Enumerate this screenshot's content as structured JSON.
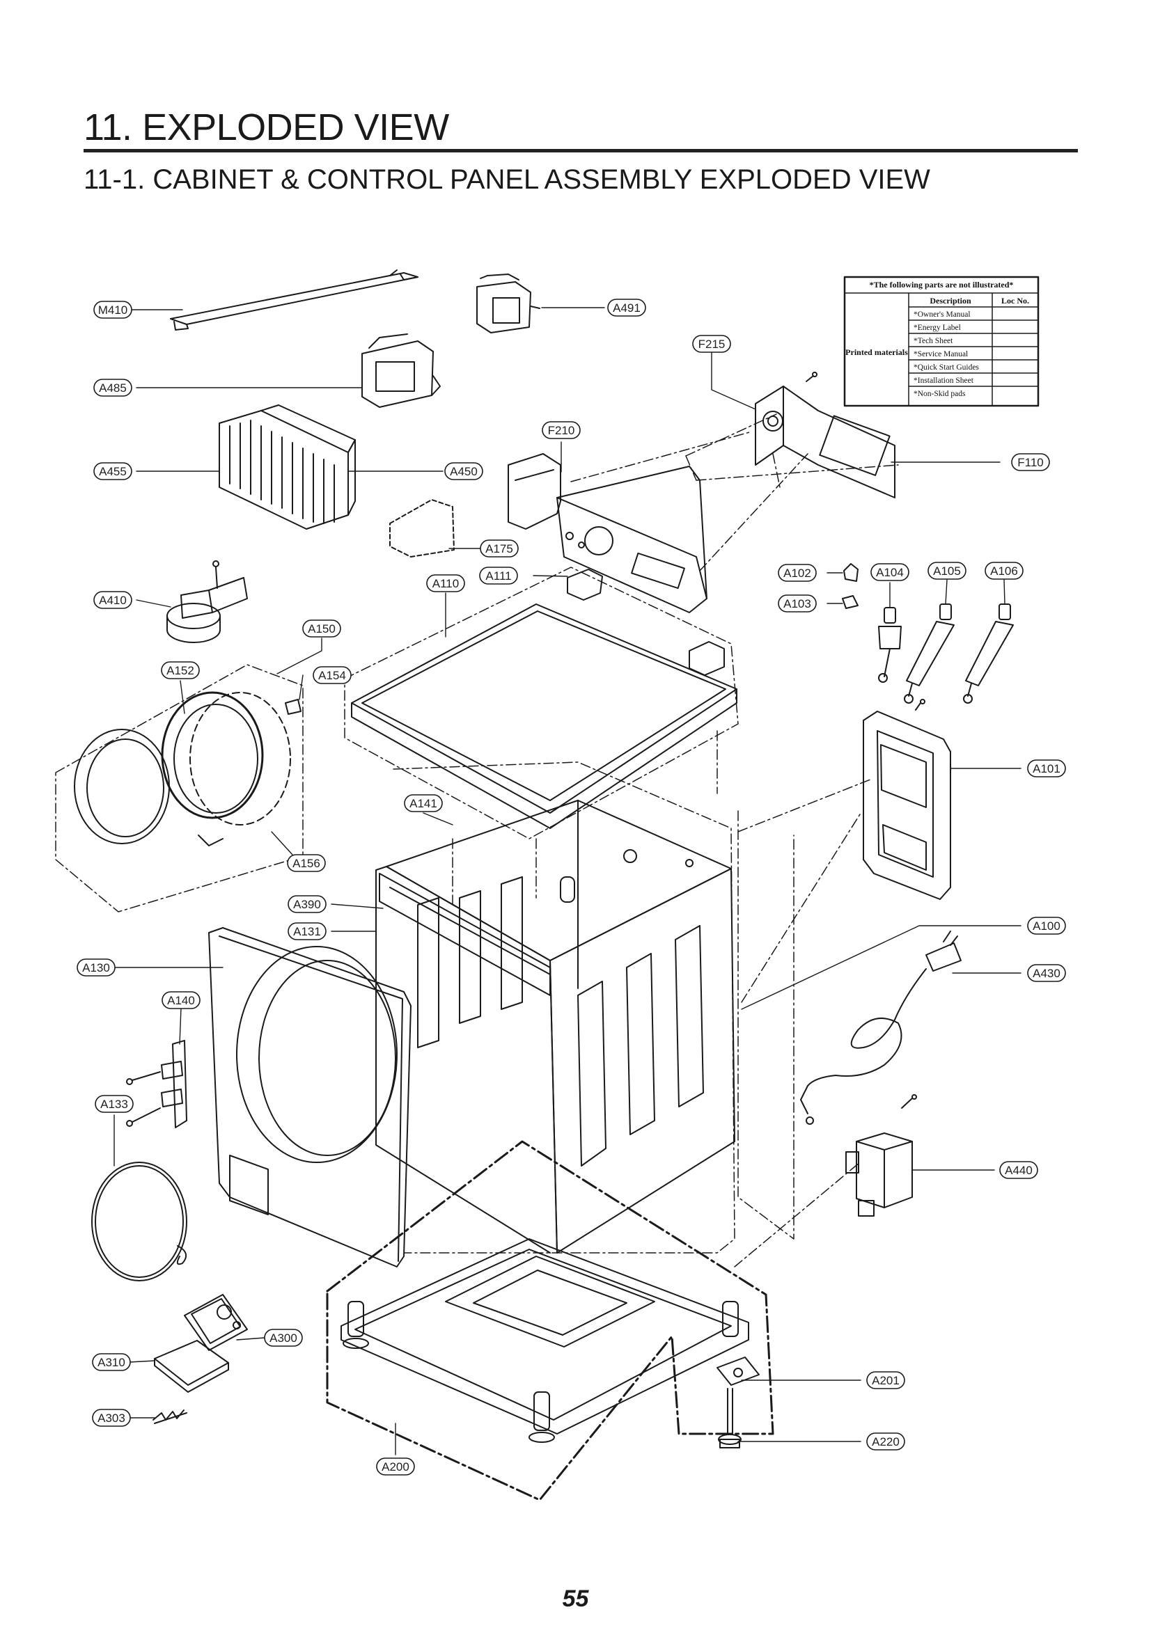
{
  "section_title": "11. EXPLODED VIEW",
  "subsection_title": "11-1. CABINET & CONTROL PANEL ASSEMBLY EXPLODED VIEW",
  "page_number": "55",
  "callouts": [
    "M410",
    "A491",
    "F215",
    "A485",
    "F210",
    "F110",
    "A455",
    "A450",
    "A175",
    "A110",
    "A111",
    "A102",
    "A104",
    "A105",
    "A106",
    "A103",
    "A410",
    "A150",
    "A152",
    "A154",
    "A101",
    "A141",
    "A156",
    "A390",
    "A100",
    "A131",
    "A430",
    "A130",
    "A140",
    "A133",
    "A440",
    "A300",
    "A310",
    "A201",
    "A303",
    "A220",
    "A200"
  ],
  "not_illustrated_table": {
    "heading": "*The following parts are not illustrated*",
    "col_description": "Description",
    "col_loc": "Loc No.",
    "group_label": "Printed materials",
    "rows": [
      "*Owner's Manual",
      "*Energy Label",
      "*Tech Sheet",
      "*Service Manual",
      "*Quick Start Guides",
      "*Installation Sheet",
      "*Non-Skid pads"
    ]
  },
  "colors": {
    "ink": "#1a1a1a",
    "paper": "#ffffff"
  }
}
